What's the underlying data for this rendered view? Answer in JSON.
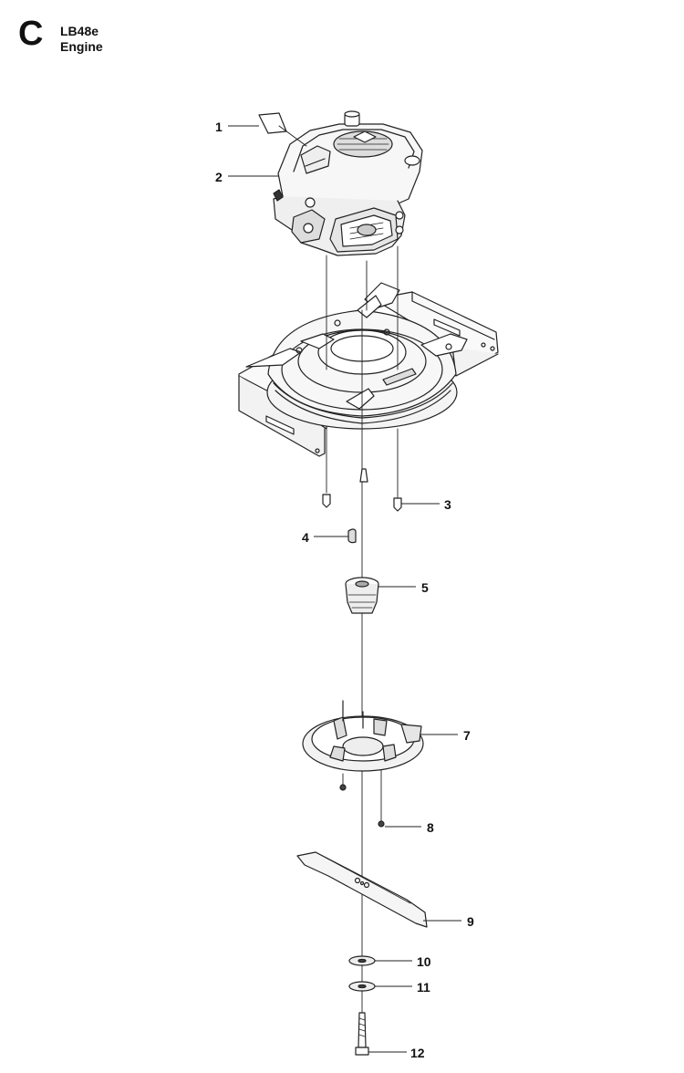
{
  "header": {
    "section_letter": "C",
    "model": "LB48e",
    "title": "Engine"
  },
  "callouts": [
    {
      "number": "1"
    },
    {
      "number": "2"
    },
    {
      "number": "3"
    },
    {
      "number": "4"
    },
    {
      "number": "5"
    },
    {
      "number": "7"
    },
    {
      "number": "8"
    },
    {
      "number": "9"
    },
    {
      "number": "10"
    },
    {
      "number": "11"
    },
    {
      "number": "12"
    }
  ]
}
